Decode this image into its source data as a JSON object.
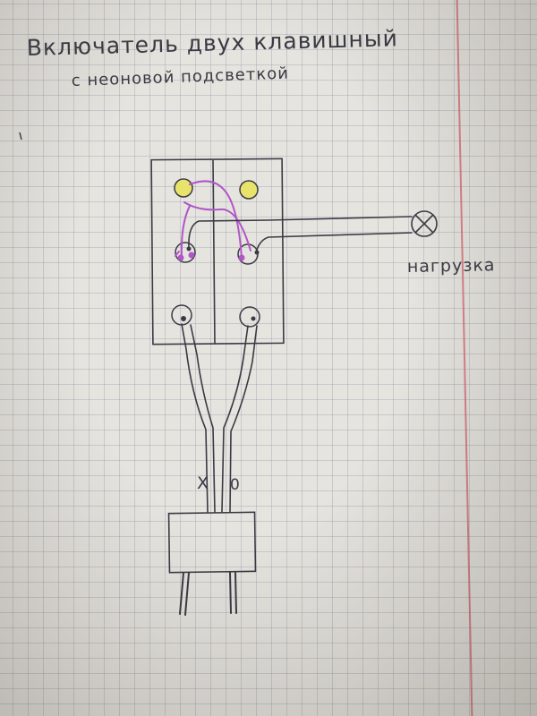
{
  "title_line1": "Включатель двух клавишный",
  "title_line2": "с неоновой подсветкой",
  "load_label": "нагрузка",
  "phase_mark": "X",
  "neutral_mark": "0",
  "colors": {
    "ink": "#3a3a44",
    "terminal_fill": "#e8e36a",
    "indicator_wire": "#b255c8",
    "paper_grid": "#8c96aa",
    "margin_line": "#d6606e"
  }
}
